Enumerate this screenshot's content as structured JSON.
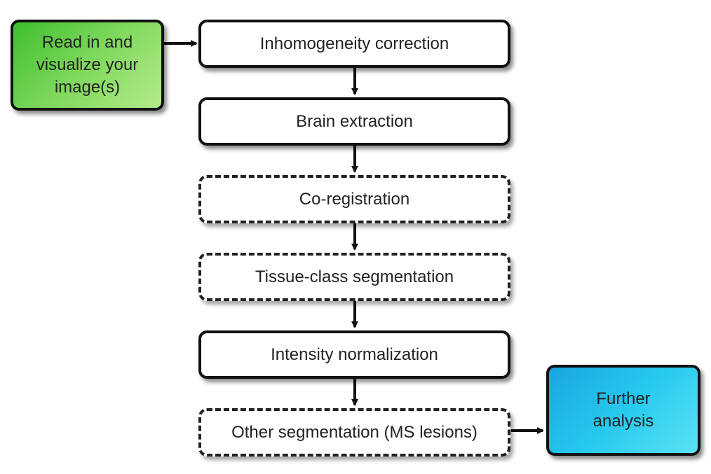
{
  "nodes": {
    "read_in": "Read in and visualize your image(s)",
    "inhomogeneity": "Inhomogeneity correction",
    "brain_extraction": "Brain extraction",
    "coregistration": "Co-registration",
    "tissue_class": "Tissue-class segmentation",
    "intensity_norm": "Intensity normalization",
    "other_seg": "Other segmentation (MS lesions)",
    "further_analysis": "Further analysis"
  },
  "colors": {
    "start_node": "#7fd85c",
    "end_node": "#27c9ee",
    "border": "#111111"
  }
}
